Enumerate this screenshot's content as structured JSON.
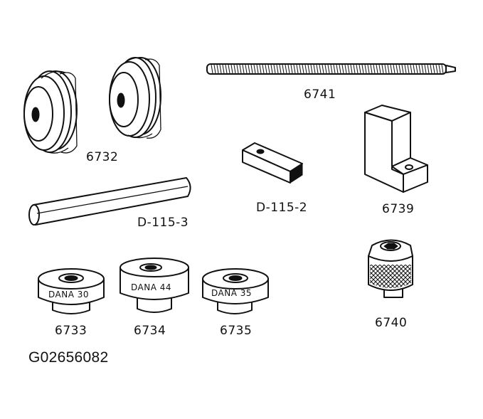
{
  "figure_id": "G02656082",
  "tools": [
    {
      "key": "t6732",
      "label": "6732"
    },
    {
      "key": "t6741",
      "label": "6741"
    },
    {
      "key": "tD1152",
      "label": "D-115-2"
    },
    {
      "key": "t6739",
      "label": "6739"
    },
    {
      "key": "tD1153",
      "label": "D-115-3"
    },
    {
      "key": "t6733",
      "label": "6733",
      "marking": "DANA 30"
    },
    {
      "key": "t6734",
      "label": "6734",
      "marking": "DANA 44"
    },
    {
      "key": "t6735",
      "label": "6735",
      "marking": "DANA 35"
    },
    {
      "key": "t6740",
      "label": "6740"
    }
  ]
}
